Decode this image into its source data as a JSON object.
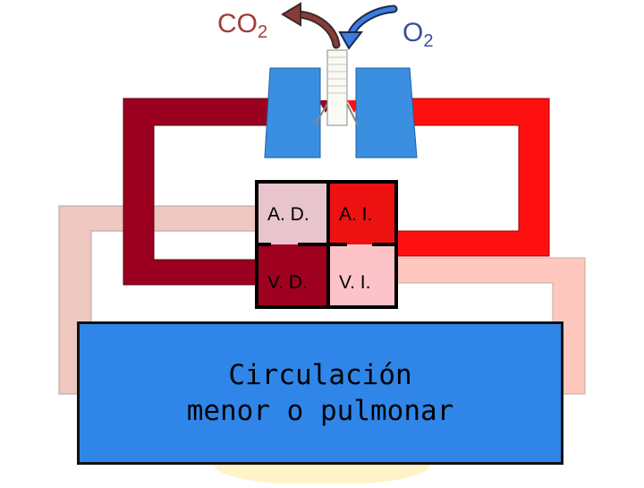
{
  "gases": {
    "co2": {
      "base": "CO",
      "sub": "2"
    },
    "o2": {
      "base": "O",
      "sub": "2"
    }
  },
  "chambers": {
    "right_atrium": "A. D.",
    "left_atrium": "A. I.",
    "right_ventricle": "V. D.",
    "left_ventricle": "V. I."
  },
  "caption": {
    "line1": "Circulación",
    "line2": "menor o pulmonar"
  },
  "colors": {
    "pulmonary_artery": "#9b0020",
    "pulmonary_vein": "#ff0000",
    "systemic_light_left": "#eec8c0",
    "systemic_light_right": "#ffc8be",
    "lung": "#3a8fe0",
    "caption_box": "#2f86e8",
    "right_atrium_fill": "#e8c4cc",
    "left_atrium_fill": "#ee1111",
    "right_ventricle_fill": "#a00020",
    "left_ventricle_fill": "#fcc4c8"
  }
}
